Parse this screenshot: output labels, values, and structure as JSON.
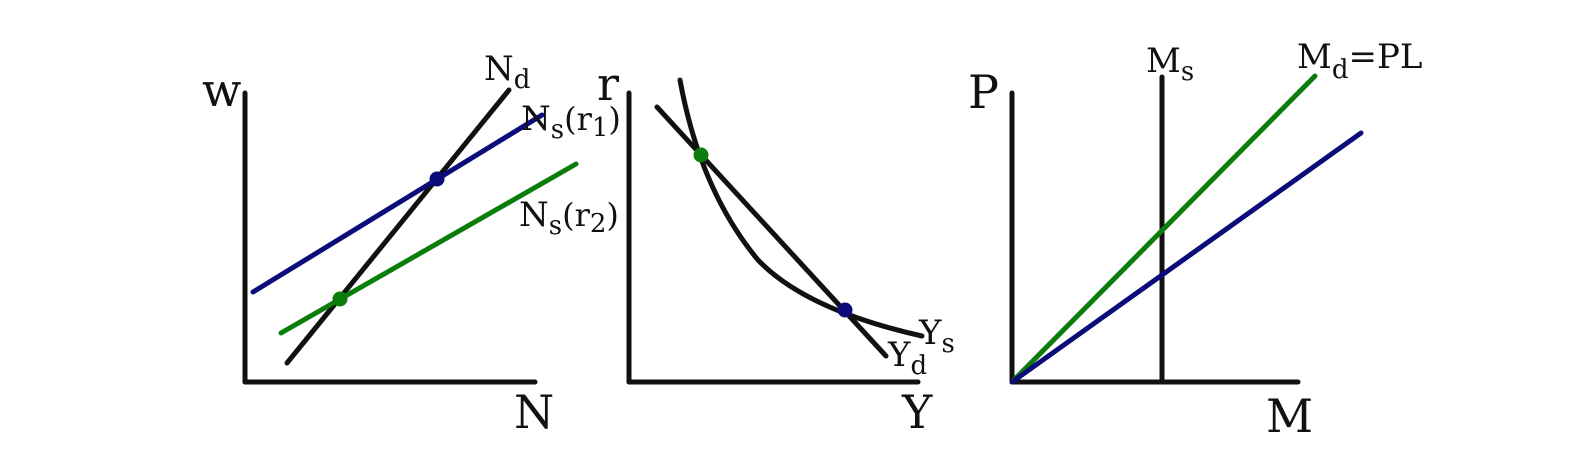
{
  "colors": {
    "axis": "#111111",
    "black_curve": "#111111",
    "blue": "#0b0b7a",
    "green": "#0b7d0b"
  },
  "panel_labor": {
    "y_axis_label": "w",
    "x_axis_label": "N",
    "demand": {
      "letter": "N",
      "sub": "d"
    },
    "supply_1": {
      "letter": "N",
      "sub": "s",
      "paren_open": "(r",
      "paren_sub": "1",
      "paren_close": ")"
    },
    "supply_2": {
      "letter": "N",
      "sub": "s",
      "paren_open": "(r",
      "paren_sub": "2",
      "paren_close": ")"
    }
  },
  "panel_goods": {
    "y_axis_label": "r",
    "x_axis_label": "Y",
    "supply": {
      "letter": "Y",
      "sub": "s"
    },
    "demand": {
      "letter": "Y",
      "sub": "d"
    }
  },
  "panel_money": {
    "y_axis_label": "P",
    "x_axis_label": "M",
    "money_supply": {
      "letter": "M",
      "sub": "s"
    },
    "money_demand": {
      "letter": "M",
      "sub": "d",
      "rest": "=PL"
    }
  }
}
